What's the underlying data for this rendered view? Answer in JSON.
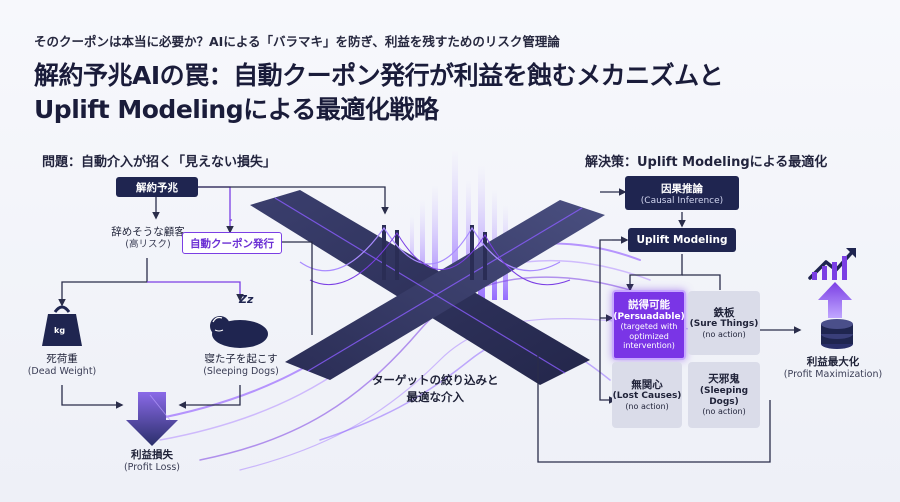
{
  "header": {
    "supertitle": "そのクーポンは本当に必要か？AIによる「バラマキ」を防ぎ、利益を残すためのリスク管理論",
    "title_line1": "解約予兆AIの罠：自動クーポン発行が利益を蝕むメカニズムと",
    "title_line2": "Uplift Modelingによる最適化戦略"
  },
  "problem": {
    "heading": "問題：自動介入が招く「見えない損失」",
    "churn_signal": "解約予兆",
    "likely_churner_jp": "辞めそうな顧客",
    "likely_churner_en": "(高リスク)",
    "auto_coupon": "自動クーポン発行",
    "dead_weight_jp": "死荷重",
    "dead_weight_en": "(Dead Weight)",
    "sleeping_dogs_jp": "寝た子を起こす",
    "sleeping_dogs_en": "(Sleeping Dogs)",
    "profit_loss_jp": "利益損失",
    "profit_loss_en": "(Profit Loss)",
    "weight_icon_text": "kg",
    "zzz_text": "Zz"
  },
  "center": {
    "caption_line1": "ターゲットの絞り込みと",
    "caption_line2": "最適な介入"
  },
  "solution": {
    "heading": "解決策：Uplift Modelingによる最適化",
    "causal_jp": "因果推論",
    "causal_en": "(Causal Inference)",
    "uplift": "Uplift Modeling",
    "quadrants": {
      "persuadable": {
        "jp": "説得可能",
        "en": "(Persuadable)",
        "note1": "(targeted with",
        "note2": "optimized",
        "note3": "intervention)"
      },
      "sure_things": {
        "jp": "鉄板",
        "en": "(Sure Things)",
        "note": "(no action)"
      },
      "lost_causes": {
        "jp": "無関心",
        "en": "(Lost Causes)",
        "note": "(no action)"
      },
      "sleeping_dogs": {
        "jp": "天邪鬼",
        "en": "(Sleeping Dogs)",
        "note": "(no action)"
      }
    },
    "profit_max_jp": "利益最大化",
    "profit_max_en": "(Profit Maximization)"
  },
  "colors": {
    "navy": "#1f2550",
    "purple": "#7b3fe4",
    "quad_grey": "#dadce9",
    "persuadable": "#7a35e6"
  },
  "icons": [
    "weight-icon",
    "sleeping-dog-icon",
    "down-arrow-icon",
    "growth-chart-icon",
    "coin-stack-icon",
    "bridge-illustration"
  ]
}
